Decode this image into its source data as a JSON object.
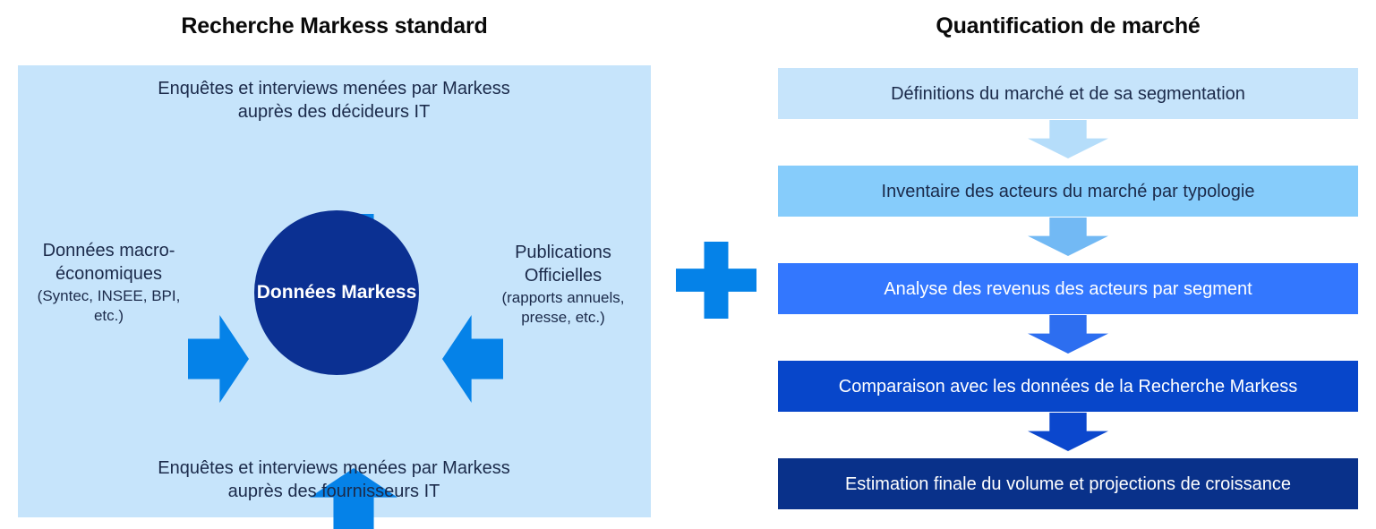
{
  "colors": {
    "panel_bg": "#c6e4fb",
    "arrow_blue": "#0582e8",
    "circle_navy": "#0b3092",
    "step1": "#c6e4fb",
    "step2": "#86ccfb",
    "step3": "#3377fe",
    "step4": "#0746ca",
    "step5": "#09318a",
    "title_text": "#0a0a0a",
    "body_text": "#1b2a4a"
  },
  "left_panel": {
    "title": "Recherche Markess standard",
    "caption_top": "Enquêtes et interviews menées par Markess auprès des décideurs IT",
    "caption_bottom": "Enquêtes et interviews menées par Markess auprès des fournisseurs IT",
    "caption_left_main": "Données macro-économiques",
    "caption_left_sub": "(Syntec, INSEE, BPI, etc.)",
    "caption_right_main": "Publications Officielles",
    "caption_right_sub": "(rapports annuels, presse, etc.)",
    "center_label": "Données Markess"
  },
  "divider": {
    "symbol": "plus"
  },
  "right_panel": {
    "title": "Quantification de marché",
    "steps": [
      {
        "label": "Définitions du marché et de sa segmentation",
        "bg": "#c6e4fb",
        "text_color": "#1b2a4a"
      },
      {
        "label": "Inventaire des acteurs du marché par typologie",
        "bg": "#86ccfb",
        "text_color": "#1b2a4a"
      },
      {
        "label": "Analyse des revenus des acteurs par segment",
        "bg": "#3377fe",
        "text_color": "#ffffff"
      },
      {
        "label": "Comparaison avec les données de la Recherche Markess",
        "bg": "#0746ca",
        "text_color": "#ffffff"
      },
      {
        "label": "Estimation finale du volume et projections de croissance",
        "bg": "#09318a",
        "text_color": "#ffffff"
      }
    ],
    "connector_colors": [
      "#b5ddfa",
      "#72b9f4",
      "#2d6ef0",
      "#0b47cd"
    ]
  }
}
